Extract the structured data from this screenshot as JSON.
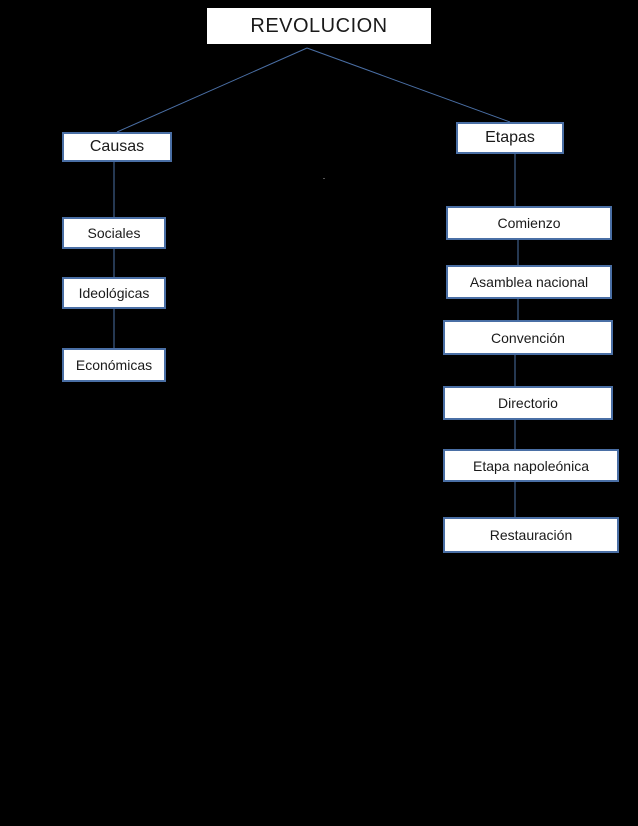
{
  "title": "REVOLUCION",
  "causas": {
    "label": "Causas",
    "items": [
      "Sociales",
      "Ideológicas",
      "Económicas"
    ]
  },
  "etapas": {
    "label": "Etapas",
    "items": [
      "Comienzo",
      "Asamblea nacional",
      "Convención",
      "Directorio",
      "Etapa napoleónica",
      "Restauración"
    ]
  },
  "colors": {
    "background": "#000000",
    "box_fill": "#ffffff",
    "border": "#4a6fa5",
    "connector": "#4a6fa5"
  }
}
